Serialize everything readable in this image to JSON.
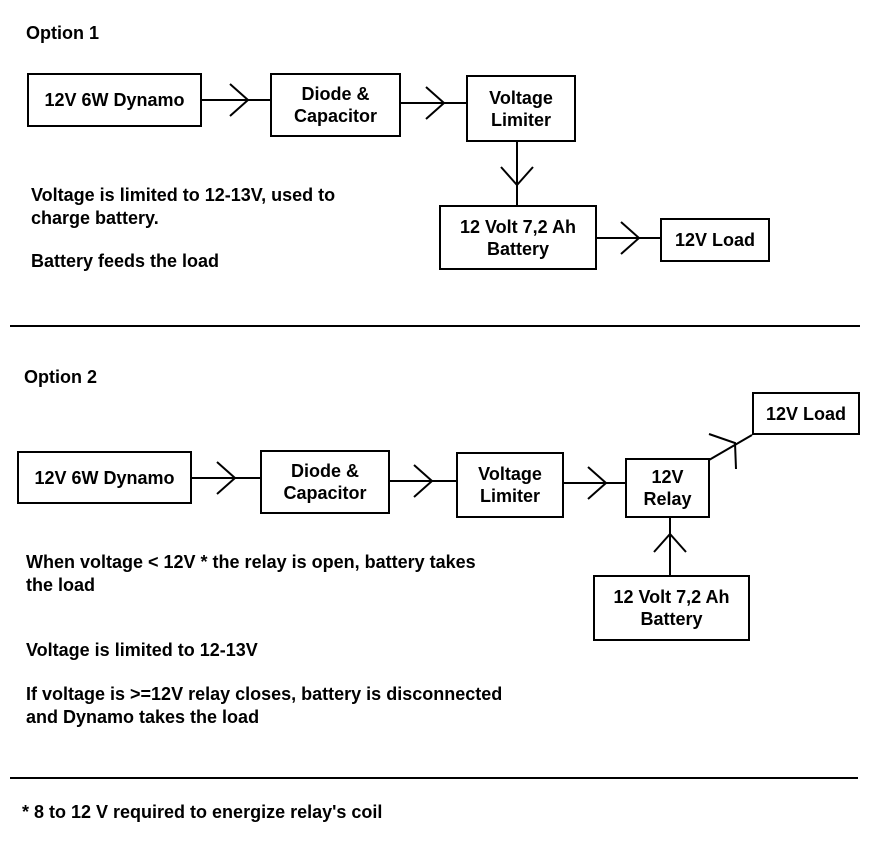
{
  "option1": {
    "heading": "Option 1",
    "blocks": {
      "dynamo": "12V 6W Dynamo",
      "diode_capacitor": "Diode &\nCapacitor",
      "voltage_limiter": "Voltage\nLimiter",
      "battery": "12 Volt 7,2 Ah\nBattery",
      "load": "12V Load"
    },
    "notes": [
      "Voltage is limited to 12-13V, used to\ncharge battery.",
      "Battery feeds the load"
    ]
  },
  "option2": {
    "heading": "Option 2",
    "blocks": {
      "dynamo": "12V 6W Dynamo",
      "diode_capacitor": "Diode &\nCapacitor",
      "voltage_limiter": "Voltage\nLimiter",
      "relay": "12V\nRelay",
      "load": "12V Load",
      "battery": "12 Volt 7,2 Ah\nBattery"
    },
    "notes": [
      "When voltage < 12V * the relay is open, battery takes\nthe load",
      "Voltage is limited to 12-13V",
      "If voltage is >=12V relay closes, battery is disconnected\nand Dynamo takes the load"
    ]
  },
  "footnote": "* 8 to 12 V required to energize relay's coil",
  "colors": {
    "ink": "#000000",
    "background": "#ffffff"
  }
}
